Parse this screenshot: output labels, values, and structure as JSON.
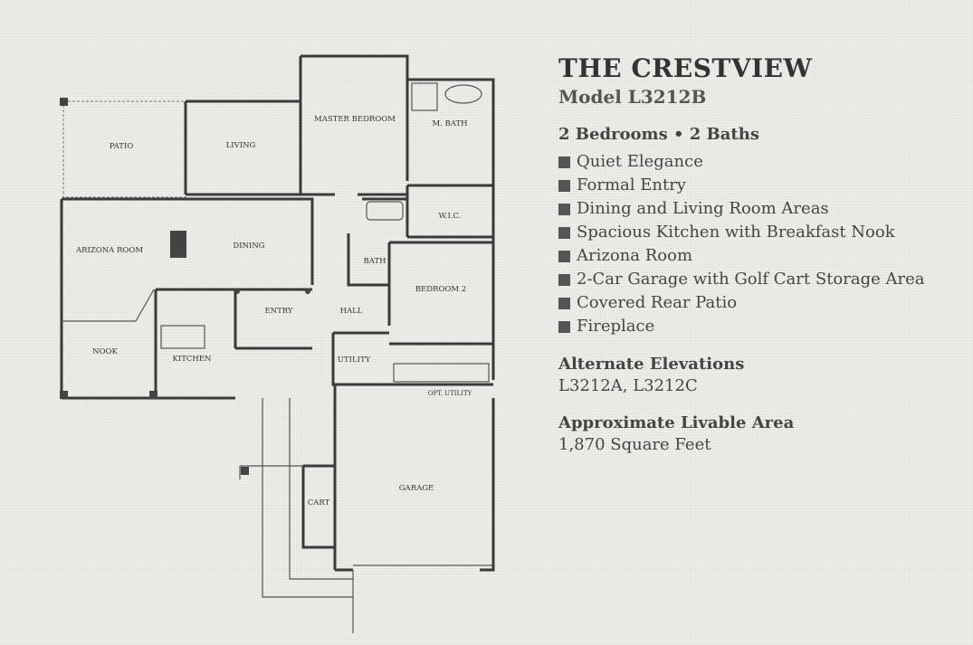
{
  "title": "THE CRESTVIEW",
  "model": "Model L3212B",
  "rooms_summary": "2 Bedrooms • 2 Baths",
  "features": [
    "Quiet Elegance",
    "Formal Entry",
    "Dining and Living Room Areas",
    "Spacious Kitchen with Breakfast Nook",
    "Arizona Room",
    "2-Car Garage with Golf Cart Storage Area",
    "Covered Rear Patio",
    "Fireplace"
  ],
  "alternate_elevations": {
    "heading": "Alternate Elevations",
    "value": "L3212A, L3212C"
  },
  "livable_area": {
    "heading": "Approximate Livable Area",
    "value": "1,870 Square Feet"
  },
  "floor_plan": {
    "rooms": {
      "patio": "PATIO",
      "living": "LIVING",
      "master_bedroom": "MASTER BEDROOM",
      "master_bath": "M. BATH",
      "wic": "W.I.C.",
      "arizona_room": "ARIZONA ROOM",
      "dining": "DINING",
      "bath": "BATH",
      "bedroom2": "BEDROOM 2",
      "entry": "ENTRY",
      "hall": "HALL",
      "nook": "NOOK",
      "kitchen": "KITCHEN",
      "utility": "UTILITY",
      "opt_utility": "OPT. UTILITY",
      "garage": "GARAGE",
      "cart": "CART"
    }
  }
}
